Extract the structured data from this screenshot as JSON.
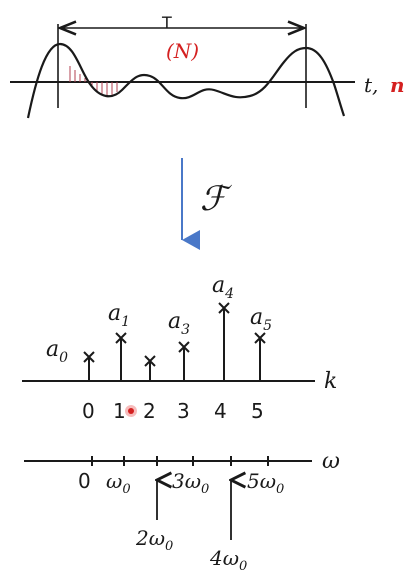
{
  "top_signal": {
    "period_label": "T",
    "discrete_period_label": "(N)",
    "axis_label_t": "t,",
    "axis_label_n": "n"
  },
  "transform": {
    "symbol": "ℱ"
  },
  "coefficients": {
    "axis_label": "k",
    "coefficients": [
      {
        "name": "a",
        "sub": "0"
      },
      {
        "name": "a",
        "sub": "1"
      },
      {
        "name": "a",
        "sub": "3"
      },
      {
        "name": "a",
        "sub": "4"
      },
      {
        "name": "a",
        "sub": "5"
      }
    ],
    "ticks": [
      "0",
      "1",
      "2",
      "3",
      "4",
      "5"
    ]
  },
  "frequency_axis": {
    "axis_label": "ω",
    "upper_ticks": [
      {
        "main": "0",
        "sub": ""
      },
      {
        "main": "ω",
        "sub": "0"
      },
      {
        "main": "3ω",
        "sub": "0"
      },
      {
        "main": "5ω",
        "sub": "0"
      }
    ],
    "lower_ticks": [
      {
        "main": "2ω",
        "sub": "0"
      },
      {
        "main": "4ω",
        "sub": "0"
      }
    ]
  },
  "colors": {
    "ink": "#1a1a1a",
    "accent_red": "#d42020",
    "arrow_blue": "#4a78c8",
    "hatch": "#b04050"
  }
}
